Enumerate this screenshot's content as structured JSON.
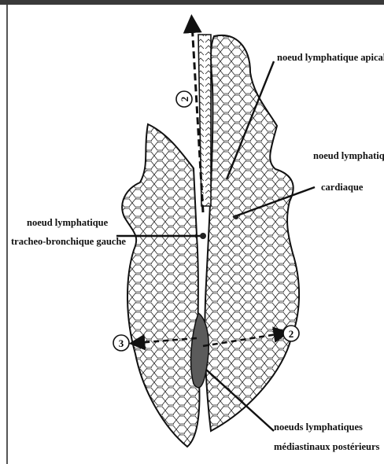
{
  "labels": {
    "apical": "noeud lymphatique apical",
    "cardiaque_line1": "noeud lymphatique",
    "cardiaque_line2": "cardiaque",
    "tracheo_line1": "noeud lymphatique",
    "tracheo_line2": "tracheo-bronchique gauche",
    "mediastinaux_line1": "noeuds lymphatiques",
    "mediastinaux_line2": "médiastinaux postérieurs"
  },
  "markers": {
    "top": "2",
    "left": "3",
    "right": "2"
  }
}
